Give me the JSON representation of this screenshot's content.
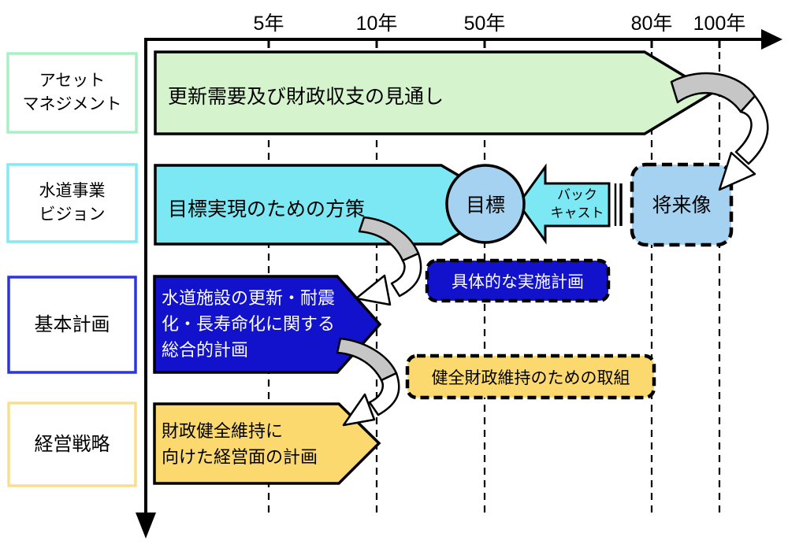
{
  "colors": {
    "light_green": "#d5f3cd",
    "cyan": "#7be8f3",
    "light_blue": "#a6d2f2",
    "dark_blue": "#1212cc",
    "yellow": "#fbd96e",
    "gray_band": "#c6c6c6",
    "white": "#ffffff",
    "black": "#000000",
    "mint_border": "#a8f0c4",
    "cyan_border": "#84e9f2",
    "blue_border": "#2a35dd",
    "yellow_border": "#f8df8f"
  },
  "axis": {
    "year_labels": [
      "5年",
      "10年",
      "50年",
      "80年",
      "100年"
    ]
  },
  "row_labels": {
    "asset_management": {
      "lines": [
        "アセット",
        "マネジメント"
      ]
    },
    "vision": {
      "lines": [
        "水道事業",
        "ビジョン"
      ]
    },
    "basic_plan": {
      "label": "基本計画"
    },
    "management_strategy": {
      "label": "経営戦略"
    }
  },
  "asset_row": {
    "arrow_label": "更新需要及び財政収支の見通し"
  },
  "vision_row": {
    "arrow_label": "目標実現のための方策",
    "goal_label": "目標",
    "backcast_lines": [
      "バック",
      "キャスト"
    ],
    "future_label": "将来像"
  },
  "plan_row": {
    "arrow_lines": [
      "水道施設の更新・耐震",
      "化・長寿命化に関する",
      "総合的計画"
    ],
    "box_label": "具体的な実施計画"
  },
  "strategy_row": {
    "arrow_lines": [
      "財政健全維持に",
      "向けた経営面の計画"
    ],
    "box_label": "健全財政維持のための取組"
  }
}
